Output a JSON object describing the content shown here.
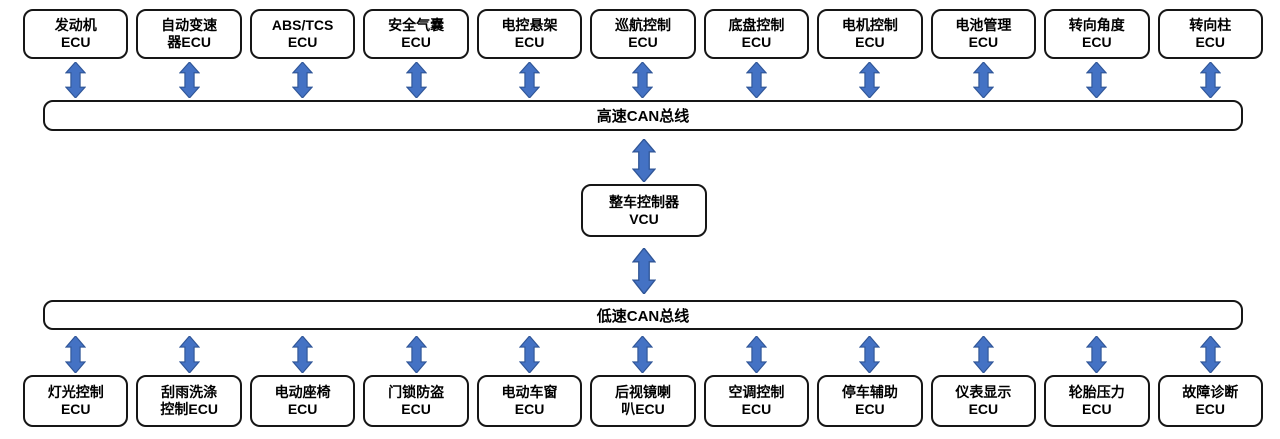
{
  "diagram": {
    "high_bus_label": "高速CAN总线",
    "low_bus_label": "低速CAN总线",
    "vcu": {
      "line1": "整车控制器",
      "line2": "VCU"
    },
    "colors": {
      "arrow_fill": "#4472C4",
      "arrow_stroke": "#2F5597",
      "box_border": "#161616",
      "background": "#FFFFFF"
    },
    "top_row": [
      {
        "line1": "发动机",
        "line2": "ECU"
      },
      {
        "line1": "自动变速",
        "line2": "器ECU"
      },
      {
        "line1": "ABS/TCS",
        "line2": "ECU"
      },
      {
        "line1": "安全气囊",
        "line2": "ECU"
      },
      {
        "line1": "电控悬架",
        "line2": "ECU"
      },
      {
        "line1": "巡航控制",
        "line2": "ECU"
      },
      {
        "line1": "底盘控制",
        "line2": "ECU"
      },
      {
        "line1": "电机控制",
        "line2": "ECU"
      },
      {
        "line1": "电池管理",
        "line2": "ECU"
      },
      {
        "line1": "转向角度",
        "line2": "ECU"
      },
      {
        "line1": "转向柱",
        "line2": "ECU"
      }
    ],
    "bottom_row": [
      {
        "line1": "灯光控制",
        "line2": "ECU"
      },
      {
        "line1": "刮雨洗涤",
        "line2": "控制ECU"
      },
      {
        "line1": "电动座椅",
        "line2": "ECU"
      },
      {
        "line1": "门锁防盗",
        "line2": "ECU"
      },
      {
        "line1": "电动车窗",
        "line2": "ECU"
      },
      {
        "line1": "后视镜喇",
        "line2": "叭ECU"
      },
      {
        "line1": "空调控制",
        "line2": "ECU"
      },
      {
        "line1": "停车辅助",
        "line2": "ECU"
      },
      {
        "line1": "仪表显示",
        "line2": "ECU"
      },
      {
        "line1": "轮胎压力",
        "line2": "ECU"
      },
      {
        "line1": "故障诊断",
        "line2": "ECU"
      }
    ]
  }
}
